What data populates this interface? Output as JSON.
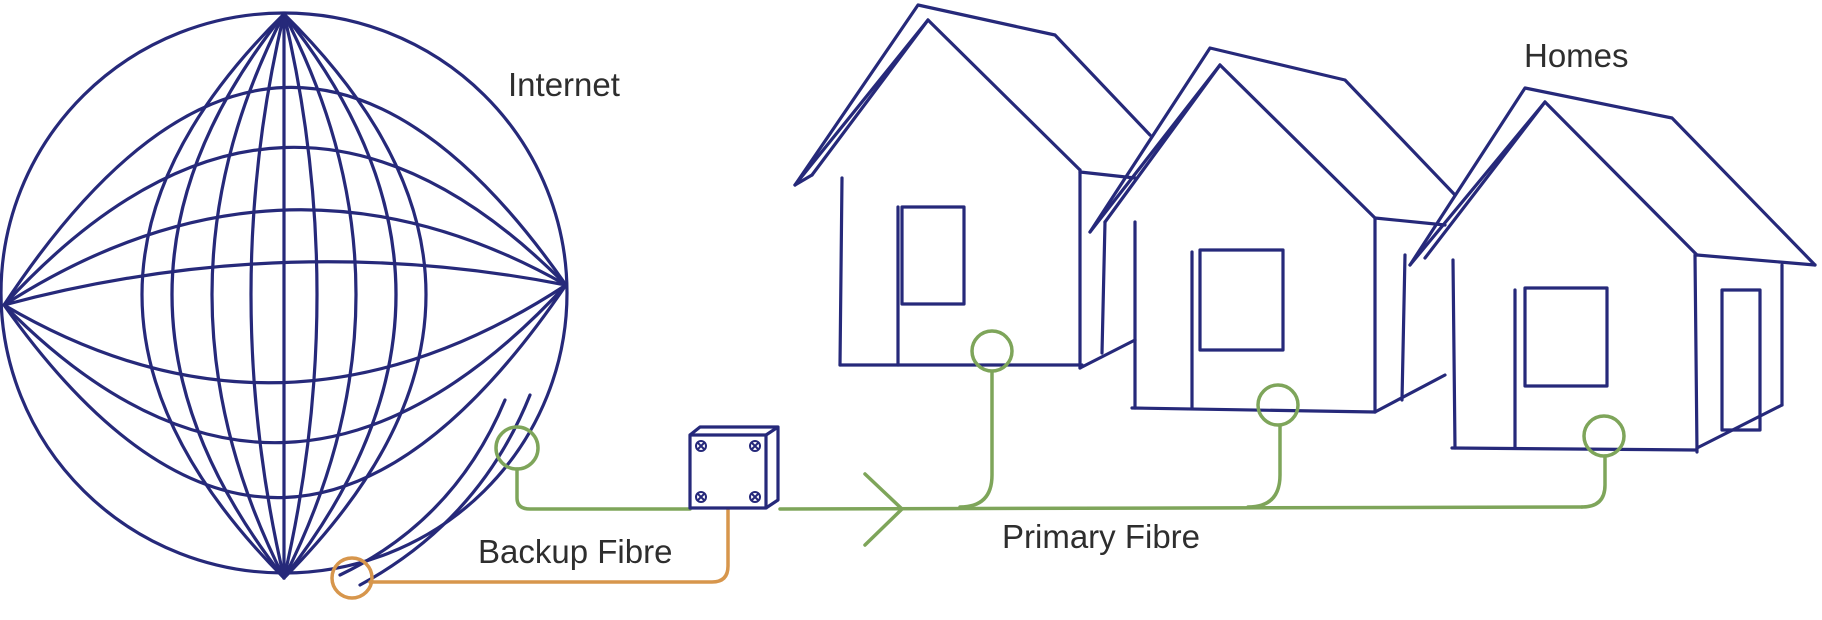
{
  "labels": {
    "internet": "Internet",
    "homes": "Homes",
    "primary": "Primary Fibre",
    "backup": "Backup Fibre"
  },
  "colors": {
    "outline": "#26297a",
    "primary_fibre": "#7ea55a",
    "backup_fibre": "#d7964c",
    "text": "#2e2e2e"
  },
  "icons": [
    "globe-icon",
    "house-icon",
    "junction-box-icon",
    "arrow-icon"
  ]
}
